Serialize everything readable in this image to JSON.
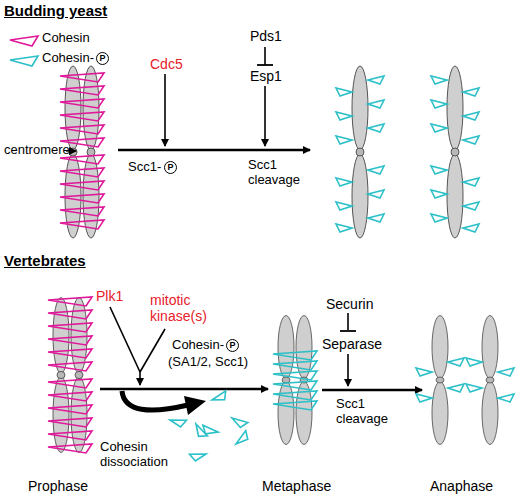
{
  "diagram": {
    "labels": [
      "Budding yeast",
      "P",
      "centromere",
      "Cdc5",
      "Pds1",
      "Esp1",
      "Scc1-",
      "P",
      "Scc1 cleavage",
      "Vertebrates",
      "Plk1",
      "mitotic kinase(s)",
      "Cohesin-",
      "P",
      "(SA1/2, Scc1)",
      "Cohesin dissociation",
      "Securin",
      "Separase",
      "Scc1 cleavage",
      "Prophase",
      "Metaphase",
      "Anaphase"
    ],
    "legend": [
      {
        "text": "Cohesin"
      },
      {
        "text": "Cohesin-"
      }
    ]
  }
}
